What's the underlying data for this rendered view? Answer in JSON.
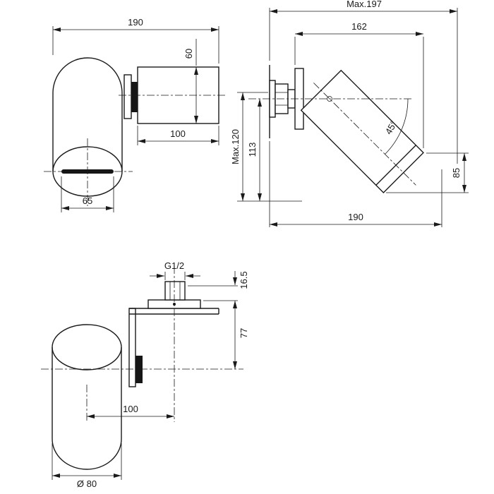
{
  "views": {
    "side": {
      "overall_length": "190",
      "spout_diameter": "60",
      "spout_length": "100",
      "outlet_width": "65"
    },
    "angled": {
      "max_projection": "Max.197",
      "projection": "162",
      "max_height": "Max.120",
      "height": "113",
      "swivel_angle": "45°",
      "end_face": "85",
      "body_length": "190"
    },
    "mount": {
      "thread": "G1/2",
      "flange_height": "16.5",
      "outlet_drop": "77",
      "axis_offset": "100",
      "body_diameter": "Ø 80"
    }
  }
}
